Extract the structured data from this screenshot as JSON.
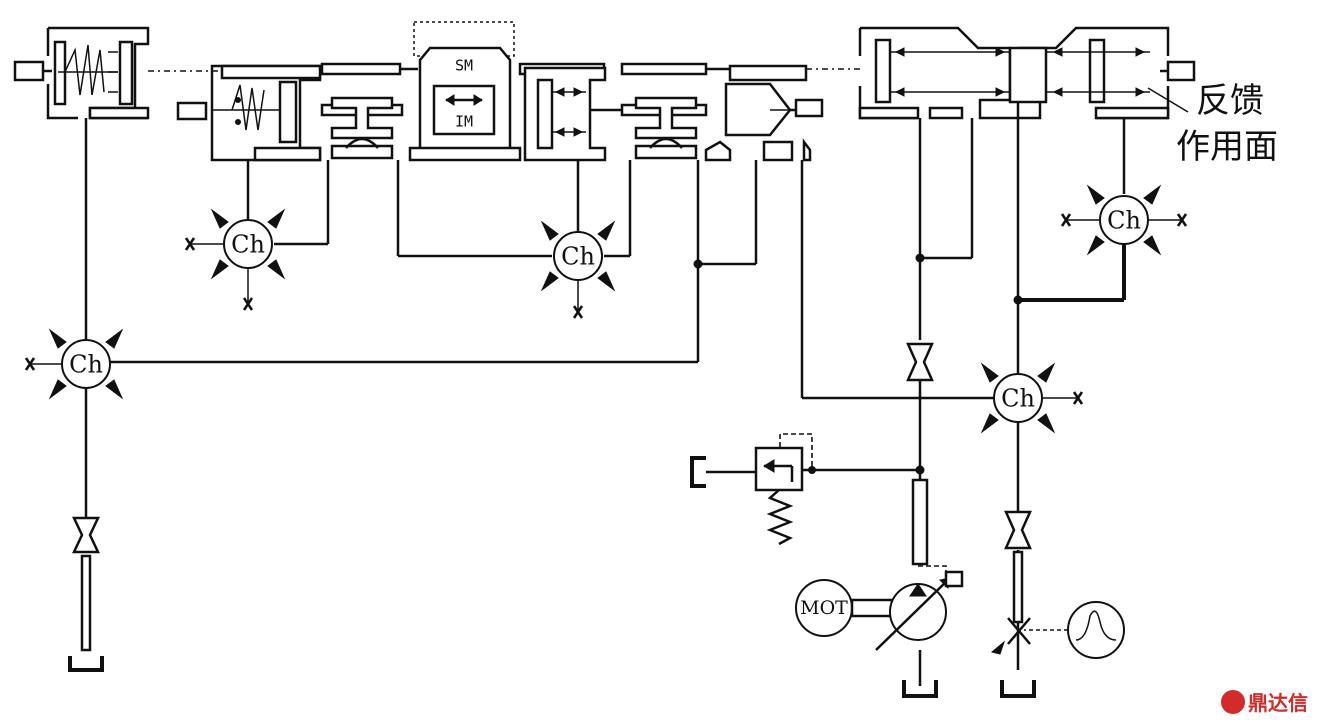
{
  "annotation": {
    "line1": "反馈",
    "line2": "作用面"
  },
  "valve_labels": {
    "upper": "SM",
    "lower": "IM"
  },
  "motor_label": "MOT",
  "watermark": "鼎达信",
  "junction_label": "Ch",
  "junctions": [
    {
      "id": "ch-left"
    },
    {
      "id": "ch-upper-1"
    },
    {
      "id": "ch-upper-2"
    },
    {
      "id": "ch-upper-right"
    },
    {
      "id": "ch-lower-right"
    }
  ],
  "colors": {
    "line": "#111111",
    "background": "#ffffff",
    "watermark": "#d42a2a"
  }
}
